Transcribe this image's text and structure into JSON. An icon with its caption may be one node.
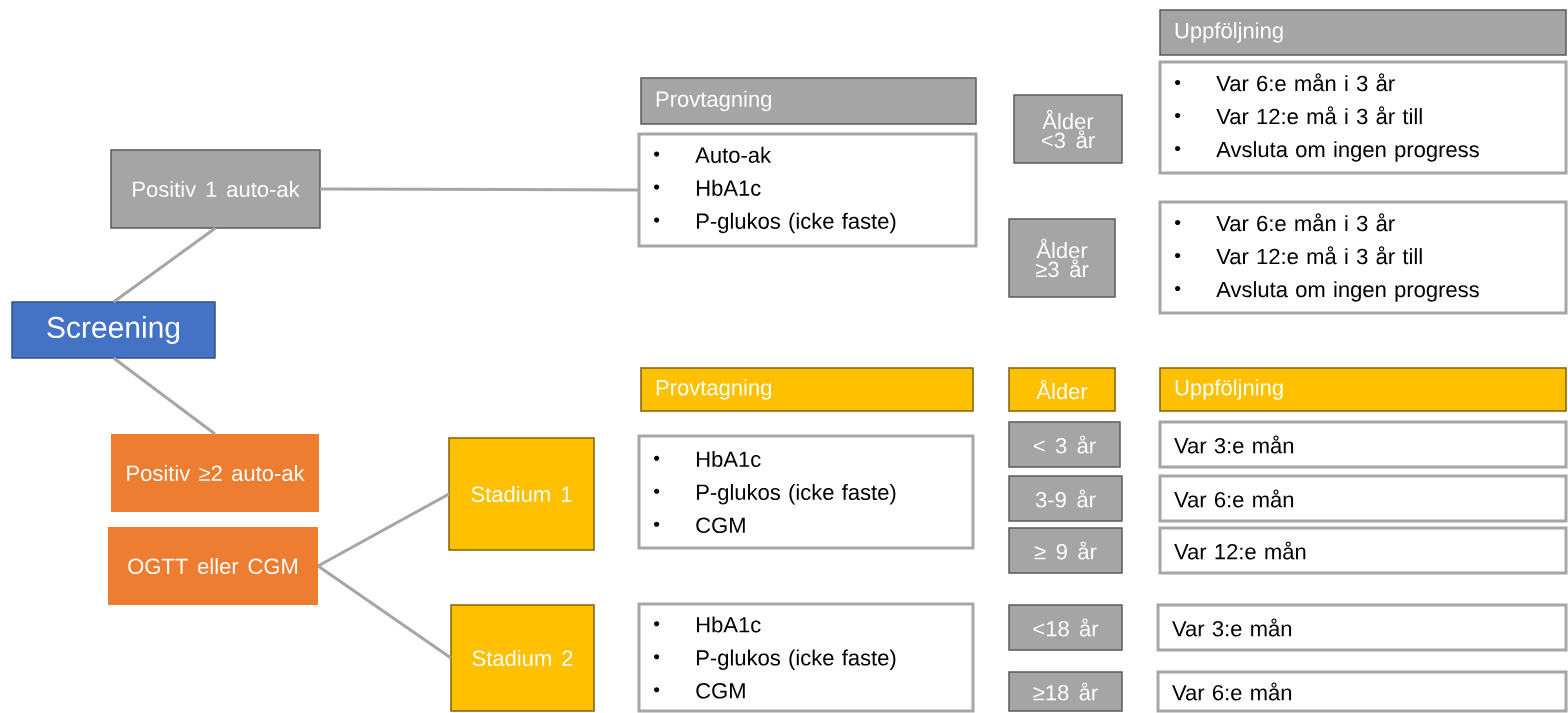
{
  "diagram": {
    "nodes": [
      {
        "text": [
          "Screening"
        ]
      },
      {
        "text": [
          "Positiv 1 auto-ak"
        ]
      },
      {
        "text": [
          "Positiv ≥2 auto-ak"
        ]
      },
      {
        "text": [
          "OGTT eller CGM"
        ]
      },
      {
        "text": [
          "Provtagning"
        ]
      },
      {
        "text": [
          "Auto-ak",
          "HbA1c",
          "P-glukos (icke faste)"
        ]
      },
      {
        "text": [
          "Ålder <3 år"
        ]
      },
      {
        "text": [
          "Ålder ≥3 år"
        ]
      },
      {
        "text": [
          "Uppföljning"
        ]
      },
      {
        "text": [
          "Var 6:e mån i 3 år",
          "Var 12:e må i 3 år till",
          "Avsluta om ingen progress"
        ]
      },
      {
        "text": [
          "Var 6:e mån i 3 år",
          "Var 12:e må i 3 år till",
          "Avsluta om ingen progress"
        ]
      },
      {
        "text": [
          "Provtagning"
        ]
      },
      {
        "text": [
          "Ålder"
        ]
      },
      {
        "text": [
          "Uppföljning"
        ]
      },
      {
        "text": [
          "Stadium 1"
        ]
      },
      {
        "text": [
          "HbA1c",
          "P-glukos (icke faste)",
          "CGM"
        ]
      },
      {
        "text": [
          "< 3 år"
        ]
      },
      {
        "text": [
          "Var 3:e mån"
        ]
      },
      {
        "text": [
          "3-9 år"
        ]
      },
      {
        "text": [
          "Var 6:e mån"
        ]
      },
      {
        "text": [
          "≥ 9 år"
        ]
      },
      {
        "text": [
          "Var 12:e mån"
        ]
      },
      {
        "text": [
          "Stadium 2"
        ]
      },
      {
        "text": [
          "HbA1c",
          "P-glukos (icke faste)",
          "CGM"
        ]
      },
      {
        "text": [
          "<18 år"
        ]
      },
      {
        "text": [
          "Var 3:e mån"
        ]
      },
      {
        "text": [
          "≥18 år"
        ]
      },
      {
        "text": [
          "Var 6:e mån"
        ]
      }
    ],
    "edges": [
      {
        "from": 0,
        "to": 1,
        "arrow": "none"
      },
      {
        "from": 0,
        "to": 2,
        "arrow": "none"
      },
      {
        "from": 1,
        "to": 5,
        "arrow": "none"
      },
      {
        "from": 3,
        "to": 14,
        "arrow": "none"
      },
      {
        "from": 3,
        "to": 22,
        "arrow": "none"
      }
    ]
  }
}
